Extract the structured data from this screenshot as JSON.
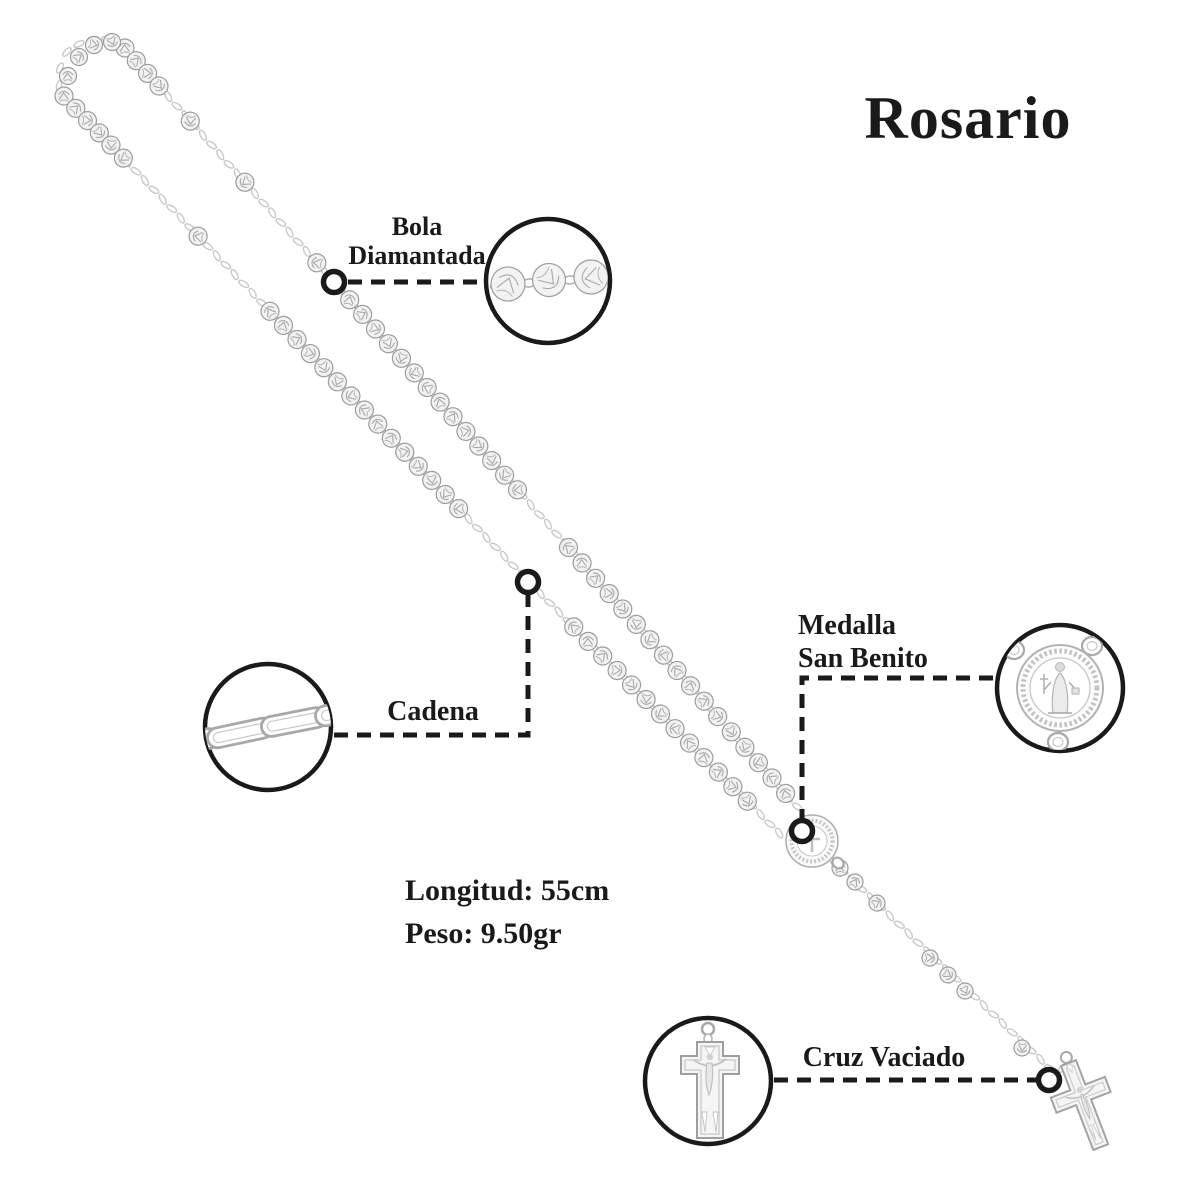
{
  "page": {
    "title": "Rosario"
  },
  "specs": {
    "length": "Longitud: 55cm",
    "weight": "Peso: 9.50gr"
  },
  "callouts": {
    "bola": {
      "label_line1": "Bola",
      "label_line2": "Diamantada"
    },
    "cadena": {
      "label": "Cadena"
    },
    "medalla": {
      "label_line1": "Medalla",
      "label_line2": "San Benito"
    },
    "cruz": {
      "label": "Cruz Vaciado"
    }
  },
  "icons": {
    "bola_detail": "diamond-cut-beads-icon",
    "cadena_detail": "chain-links-icon",
    "medalla_detail": "san-benito-medal-icon",
    "cruz_detail": "crucifix-icon"
  },
  "colors": {
    "ink": "#1a1a1a",
    "metal_light": "#c9c9c9",
    "metal_mid": "#a8a8a8",
    "metal_dark": "#8f8f8f",
    "background": "#ffffff"
  }
}
